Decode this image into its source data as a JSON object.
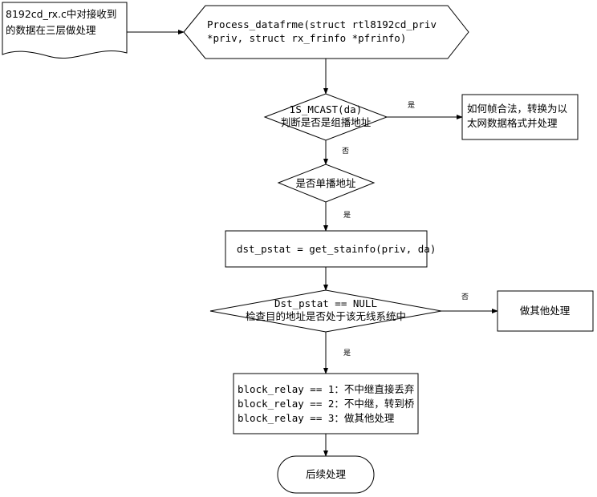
{
  "document": {
    "source_note": [
      "8192cd_rx.c中对接收到",
      "的数据在三层做处理"
    ],
    "start": [
      "Process_datafrme(struct rtl8192cd_priv",
      "*priv, struct rx_frinfo *pfrinfo)"
    ],
    "decision_mcast": [
      "IS_MCAST(da)",
      "判断是否是组播地址"
    ],
    "label_mcast_yes": "是",
    "mcast_action": [
      "如何帧合法，转换为以",
      "太网数据格式并处理"
    ],
    "label_mcast_no": "否",
    "decision_unicast": "是否单播地址",
    "label_unicast_yes": "是",
    "get_stainfo": "dst_pstat = get_stainfo(priv, da)",
    "decision_null": [
      "Dst_pstat == NULL",
      "检查目的地址是否处于该无线系统中"
    ],
    "label_null_no": "否",
    "other_handling": "做其他处理",
    "label_null_yes": "是",
    "block_relay": [
      "block_relay == 1：不中继直接丢弃",
      "block_relay == 2：不中继，转到桥",
      "block_relay == 3：做其他处理"
    ],
    "end": "后续处理"
  }
}
